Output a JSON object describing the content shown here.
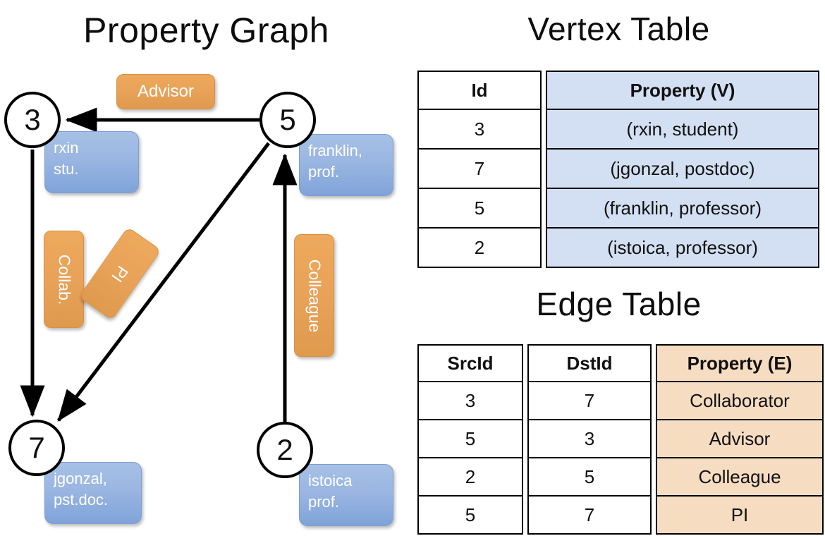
{
  "titles": {
    "property_graph": "Property Graph",
    "vertex_table": "Vertex Table",
    "edge_table": "Edge Table"
  },
  "graph": {
    "nodes": [
      {
        "id": "3",
        "label": "3",
        "property_line1": "rxin",
        "property_line2": "stu."
      },
      {
        "id": "5",
        "label": "5",
        "property_line1": "franklin,",
        "property_line2": "prof."
      },
      {
        "id": "7",
        "label": "7",
        "property_line1": "jgonzal,",
        "property_line2": "pst.doc."
      },
      {
        "id": "2",
        "label": "2",
        "property_line1": "istoica",
        "property_line2": "prof."
      }
    ],
    "edge_labels": [
      {
        "name": "advisor",
        "text": "Advisor"
      },
      {
        "name": "collab",
        "text": "Collab."
      },
      {
        "name": "pi",
        "text": "PI"
      },
      {
        "name": "colleague",
        "text": "Colleague"
      }
    ],
    "edges": [
      {
        "src": "5",
        "dst": "3",
        "label": "Advisor"
      },
      {
        "src": "3",
        "dst": "7",
        "label": "Collab."
      },
      {
        "src": "5",
        "dst": "7",
        "label": "PI"
      },
      {
        "src": "2",
        "dst": "5",
        "label": "Colleague"
      }
    ]
  },
  "vertex_table": {
    "headers": [
      "Id",
      "Property (V)"
    ],
    "rows": [
      {
        "id": "3",
        "property": "(rxin, student)"
      },
      {
        "id": "7",
        "property": "(jgonzal, postdoc)"
      },
      {
        "id": "5",
        "property": "(franklin, professor)"
      },
      {
        "id": "2",
        "property": "(istoica, professor)"
      }
    ]
  },
  "edge_table": {
    "headers": [
      "SrcId",
      "DstId",
      "Property (E)"
    ],
    "rows": [
      {
        "src": "3",
        "dst": "7",
        "property": "Collaborator"
      },
      {
        "src": "5",
        "dst": "3",
        "property": "Advisor"
      },
      {
        "src": "2",
        "dst": "5",
        "property": "Colleague"
      },
      {
        "src": "5",
        "dst": "7",
        "property": "PI"
      }
    ]
  },
  "colors": {
    "vertex_property_fill": "#d3dff2",
    "edge_property_fill": "#f6ddc2",
    "node_box_blue": "#9ab6e2",
    "edge_label_orange": "#e8a259",
    "stroke": "#000000"
  }
}
